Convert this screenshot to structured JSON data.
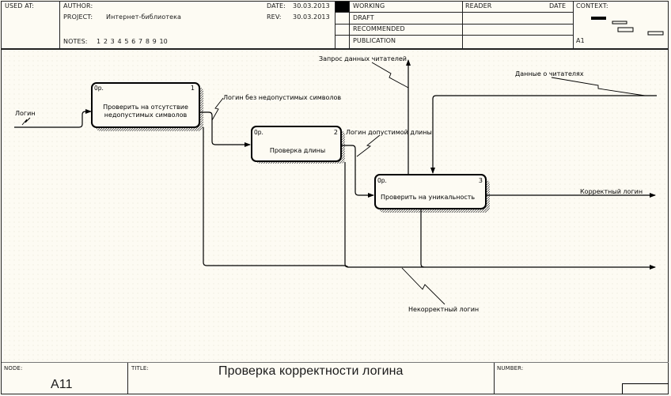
{
  "header": {
    "used_at_label": "USED AT:",
    "author_label": "AUTHOR:",
    "author_value": "",
    "project_label": "PROJECT:",
    "project_value": "Интернет-библиотека",
    "notes_label": "NOTES:",
    "notes_value": "1  2  3  4  5  6  7  8  9  10",
    "date_label": "DATE:",
    "date_value": "30.03.2013",
    "rev_label": "REV:",
    "rev_value": "30.03.2013",
    "status_options": [
      "WORKING",
      "DRAFT",
      "RECOMMENDED",
      "PUBLICATION"
    ],
    "status_selected": "WORKING",
    "reader_label": "READER",
    "reader_date_label": "DATE",
    "context_label": "CONTEXT:",
    "context_node": "A1"
  },
  "diagram": {
    "activities": [
      {
        "number": "1",
        "cost": "0р.",
        "label_line1": "Проверить на отсутствие",
        "label_line2": "недопустимых символов"
      },
      {
        "number": "2",
        "cost": "0р.",
        "label_line1": "Проверка длины",
        "label_line2": ""
      },
      {
        "number": "3",
        "cost": "0р.",
        "label_line1": "Проверить на уникальность",
        "label_line2": ""
      }
    ],
    "arrows": {
      "login_in": "Логин",
      "login_no_bad_chars": "Логин без недопустимых символов",
      "login_valid_length": "Логин допустимой длины",
      "reader_data_request": "Запрос данных читателей",
      "reader_data": "Данные о читателях",
      "correct_login": "Корректный логин",
      "incorrect_login": "Некорректный логин"
    }
  },
  "footer": {
    "node_label": "NODE:",
    "node_value": "A11",
    "title_label": "TITLE:",
    "title_value": "Проверка корректности  логина",
    "number_label": "NUMBER:",
    "number_value": ""
  },
  "colors": {
    "background": "#fdfbf3",
    "line": "#1a1a1a",
    "status_marker": "#000000"
  }
}
